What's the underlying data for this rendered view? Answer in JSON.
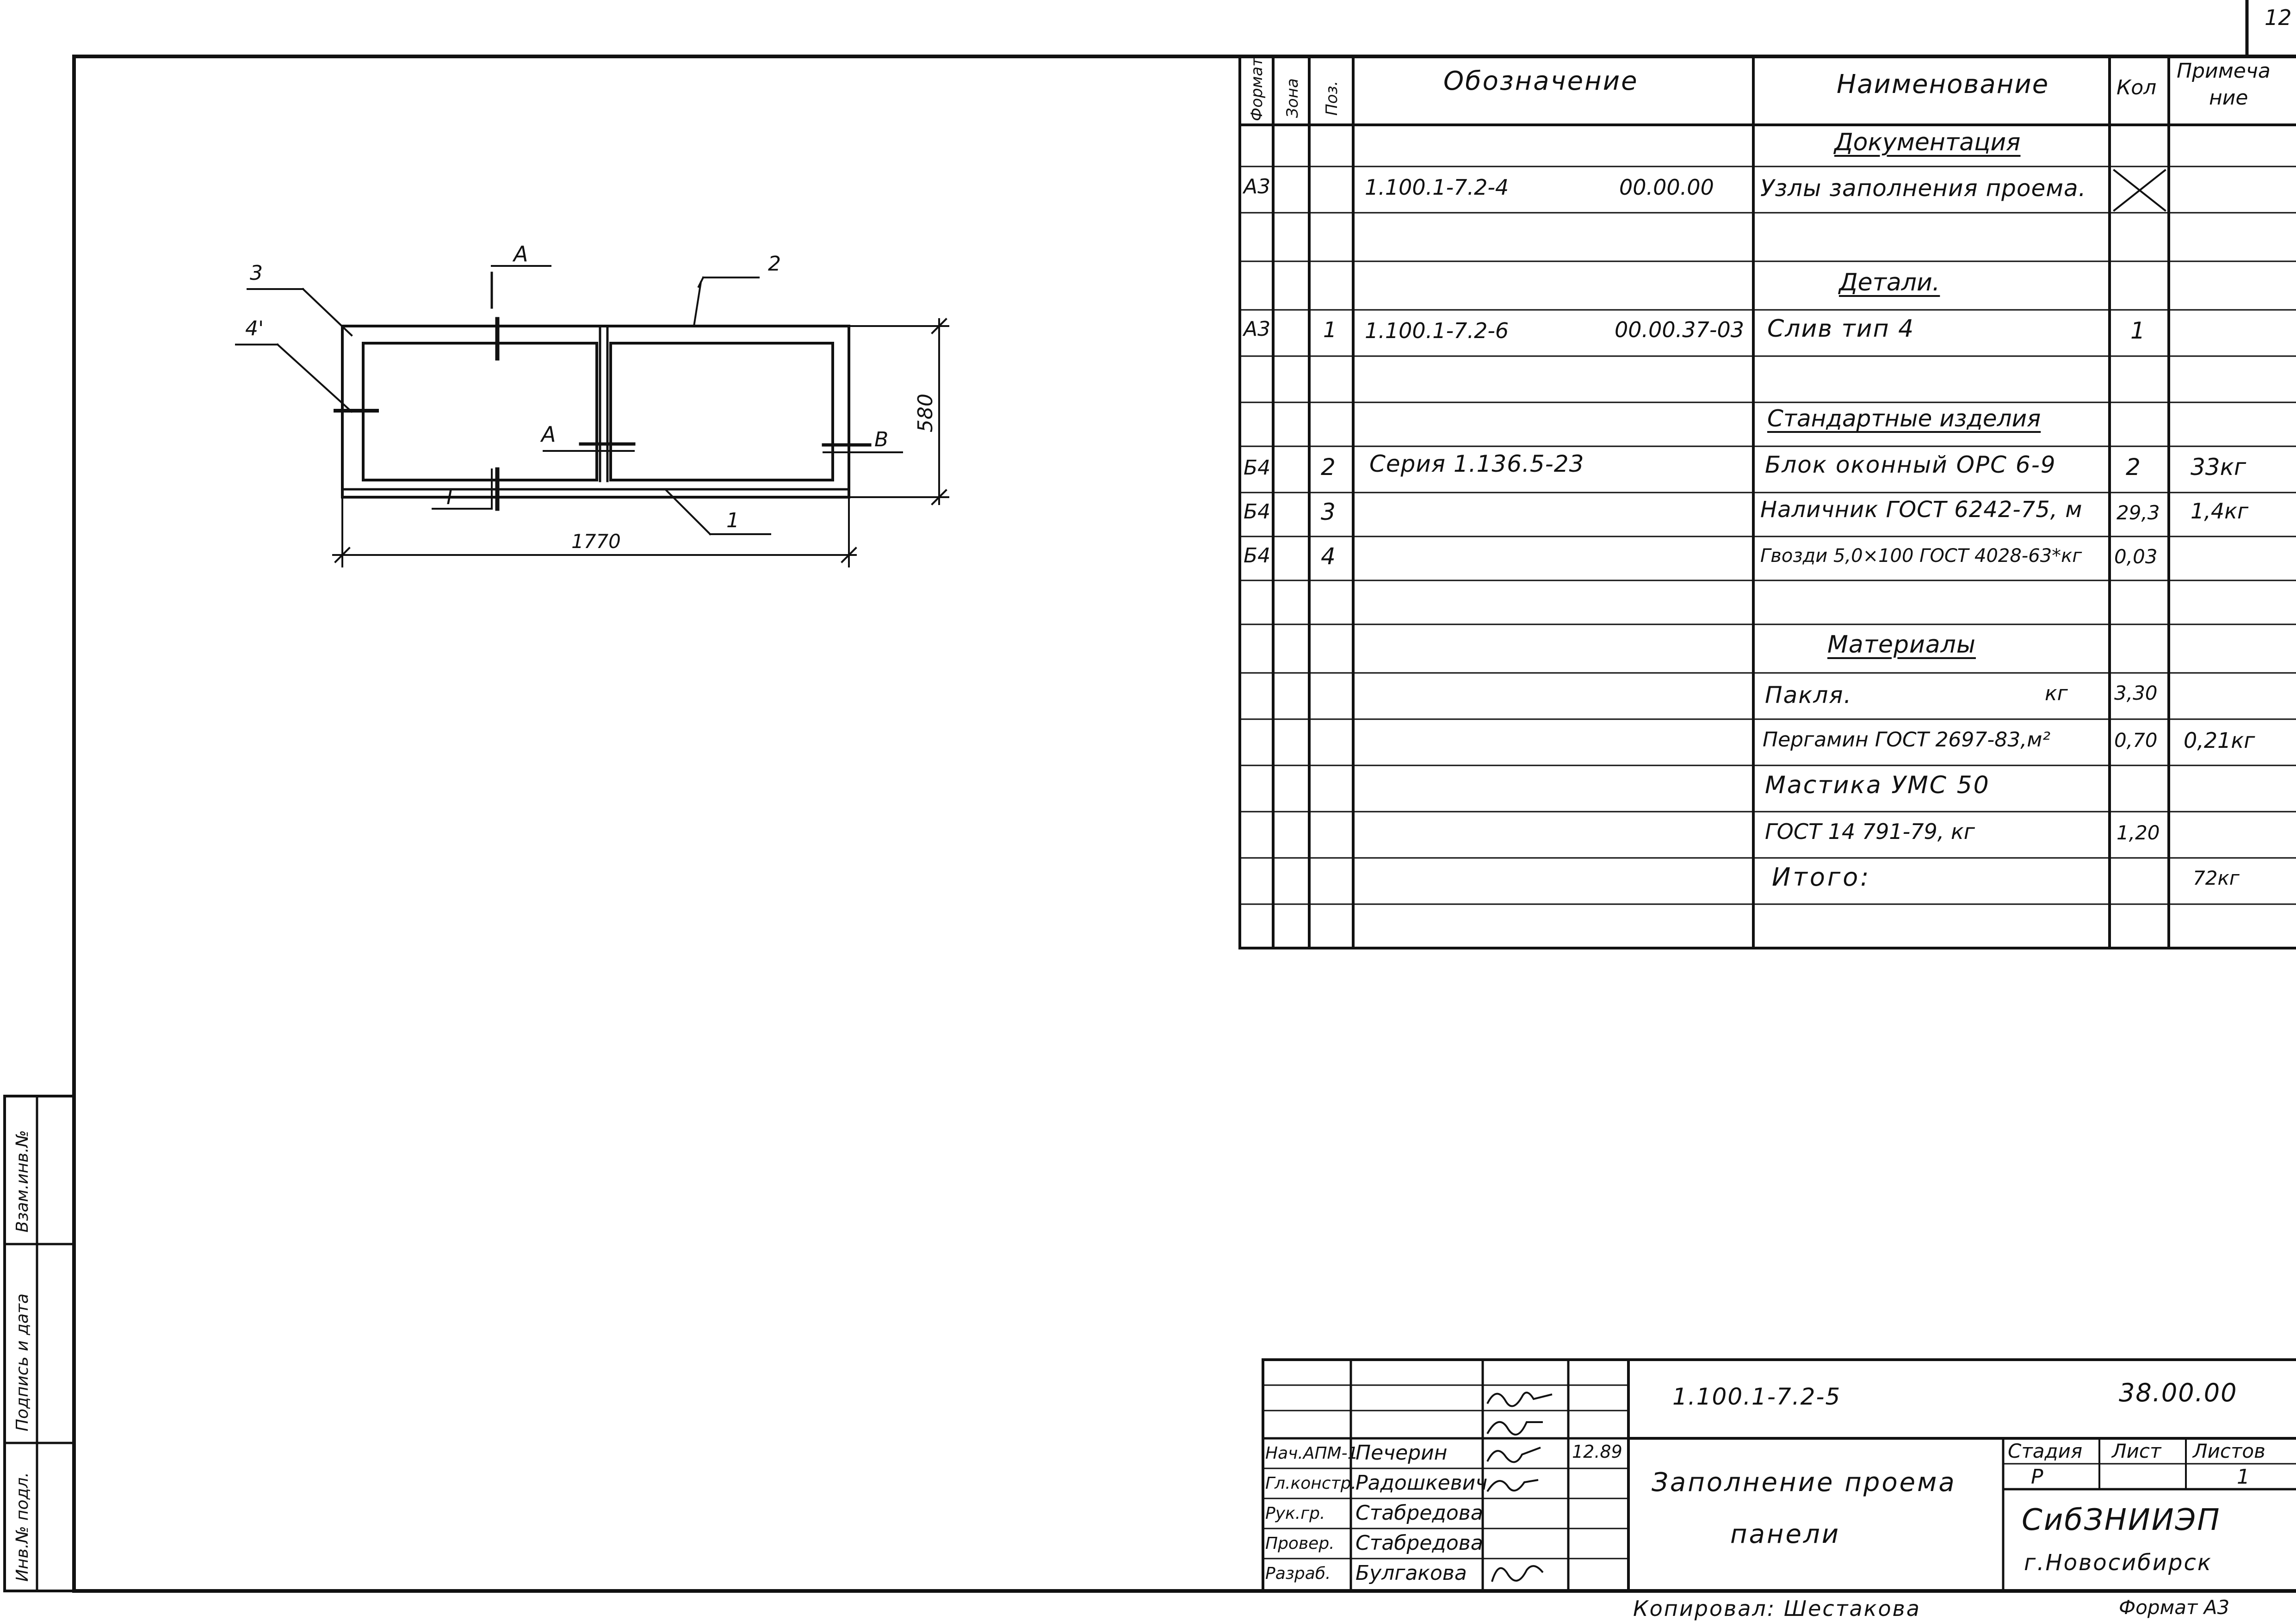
{
  "corner_page_mark": "12",
  "drawing": {
    "callouts": {
      "c1": "1",
      "c2": "2",
      "c3": "3",
      "c4": "4'",
      "sec_a_top": "А",
      "sec_a_mid": "А",
      "sec_b": "В",
      "sec_g": "Г"
    },
    "dim_width": "1770",
    "dim_height": "580"
  },
  "spec": {
    "headers": {
      "format": "Формат",
      "zone": "Зона",
      "pos": "Поз.",
      "designation": "Обозначение",
      "name": "Наименование",
      "qty": "Кол",
      "note_l1": "Примеча",
      "note_l2": "ние"
    },
    "sections": {
      "documentation": "Документация",
      "details": "Детали.",
      "standard": "Стандартные изделия",
      "materials": "Материалы"
    },
    "rows": {
      "doc1": {
        "format": "А3",
        "designation": "1.100.1-7.2-4",
        "designation_code": "00.00.00",
        "name": "Узлы заполнения проема."
      },
      "det1": {
        "format": "А3",
        "pos": "1",
        "designation": "1.100.1-7.2-6",
        "designation_code": "00.00.37-03",
        "name": "Слив  тип 4",
        "qty": "1"
      },
      "std1": {
        "format": "Б4",
        "pos": "2",
        "designation": "Серия 1.136.5-23",
        "name": "Блок оконный ОРС 6-9",
        "qty": "2",
        "note": "33кг"
      },
      "std2": {
        "format": "Б4",
        "pos": "3",
        "name": "Наличник ГОСТ 6242-75, м",
        "qty": "29,3",
        "note": "1,4кг"
      },
      "std3": {
        "format": "Б4",
        "pos": "4",
        "name": "Гвозди 5,0×100 ГОСТ 4028-63*кг",
        "qty": "0,03"
      },
      "mat1": {
        "name": "Пакля.",
        "unit": "кг",
        "qty": "3,30"
      },
      "mat2": {
        "name": "Пергамин ГОСТ 2697-83,м²",
        "qty": "0,70",
        "note": "0,21кг"
      },
      "mat3": {
        "name": "Мастика  УМС 50"
      },
      "mat4": {
        "name": "ГОСТ 14 791-79, кг",
        "qty": "1,20"
      },
      "total": {
        "name": "Итого:",
        "note": "72кг"
      }
    }
  },
  "side_stamp": {
    "inv_podl": "Инв.№ подл.",
    "podpis_data": "Подпись и дата",
    "vzam_inv": "Взам.инв.№"
  },
  "title_block": {
    "designation": "1.100.1-7.2-5",
    "designation_code": "38.00.00",
    "title_l1": "Заполнение проема",
    "title_l2": "панели",
    "stage_label": "Стадия",
    "sheet_label": "Лист",
    "sheets_label": "Листов",
    "stage": "Р",
    "sheets": "1",
    "org_l1": "СибЗНИИЭП",
    "org_l2": "г.Новосибирск",
    "date": "12.89",
    "people": [
      {
        "role": "Нач.АПМ-1",
        "name": "Печерин"
      },
      {
        "role": "Гл.констр.",
        "name": "Радошкевич"
      },
      {
        "role": "Рук.гр.",
        "name": "Стабредова"
      },
      {
        "role": "Провер.",
        "name": "Стабредова"
      },
      {
        "role": "Разраб.",
        "name": "Булгакова"
      }
    ]
  },
  "footer": {
    "copied": "Копировал: Шестакова",
    "format": "Формат А3"
  }
}
